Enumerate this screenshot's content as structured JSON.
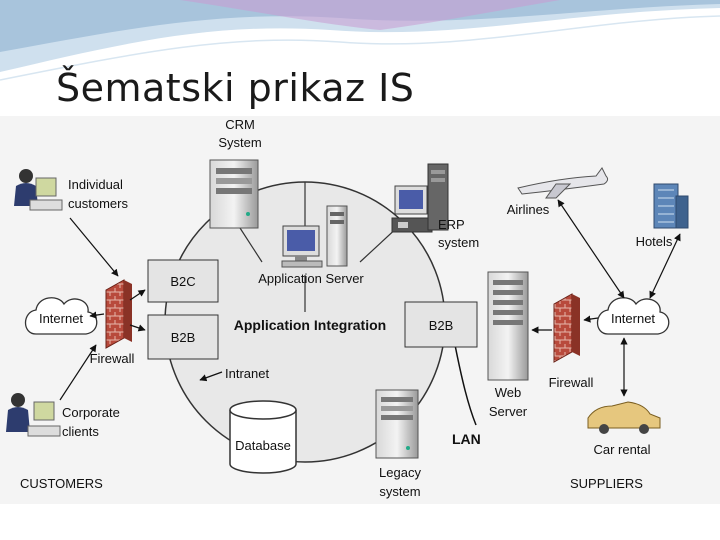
{
  "slide": {
    "title": "Šematski prikaz IS"
  },
  "diagram": {
    "hub": {
      "label": "Application Integration",
      "b2c_label": "B2C",
      "b2b_left_label": "B2B",
      "b2b_right_label": "B2B",
      "intranet_label": "Intranet"
    },
    "servers": {
      "crm": [
        "CRM",
        "System"
      ],
      "app_server": "Application Server",
      "erp": [
        "ERP",
        "system"
      ],
      "web": [
        "Web",
        "Server"
      ],
      "legacy": [
        "Legacy",
        "system"
      ],
      "database": "Database"
    },
    "customers": {
      "group_label": "CUSTOMERS",
      "individual": [
        "Individual",
        "customers"
      ],
      "corporate": [
        "Corporate",
        "clients"
      ],
      "internet": "Internet",
      "firewall": "Firewall"
    },
    "suppliers": {
      "group_label": "SUPPLIERS",
      "airlines": "Airlines",
      "hotels": "Hotels",
      "car_rental": "Car rental",
      "internet": "Internet",
      "firewall": "Firewall"
    },
    "lan_label": "LAN"
  },
  "colors": {
    "title_text": "#1a1a1a",
    "panel_bg": "#f4f4f4",
    "circle_fill": "#e8e8e8",
    "firewall_brick": "#b84a3c",
    "header_wave": "#a8c4dc",
    "header_accent": "#c89ad2"
  }
}
